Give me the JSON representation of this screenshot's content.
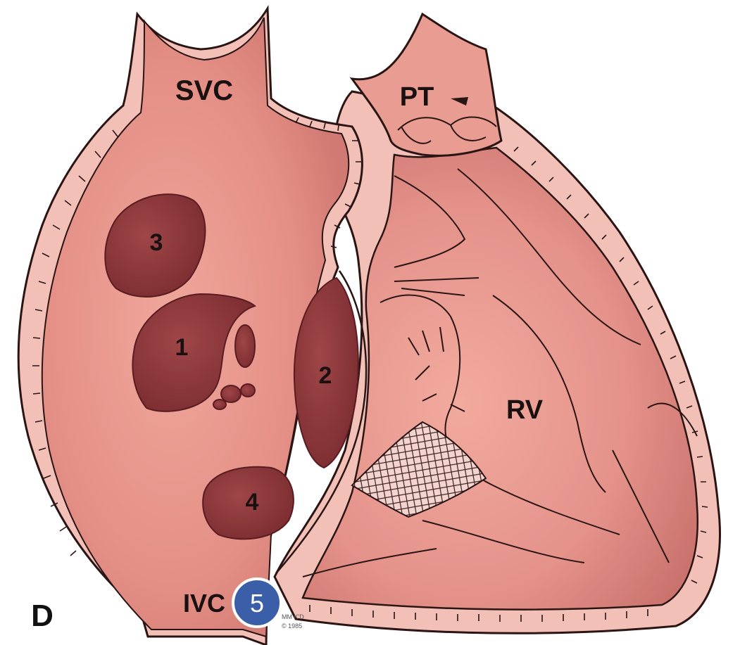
{
  "figure": {
    "panel_letter": "D",
    "labels": {
      "svc": "SVC",
      "pt": "PT",
      "rv": "RV",
      "ivc": "IVC"
    },
    "defects": {
      "d1": "1",
      "d2": "2",
      "d3": "3",
      "d4": "4"
    },
    "badge": {
      "number": "5",
      "color": "#3a5fa8"
    },
    "copyright": [
      "MM K'D",
      "© 1985"
    ],
    "colors": {
      "tissue": "#e79a90",
      "tissue_dark": "#c96b66",
      "wall": "#f1bdb4",
      "defect": "#8e3a3c",
      "outline": "#2a1414"
    }
  }
}
